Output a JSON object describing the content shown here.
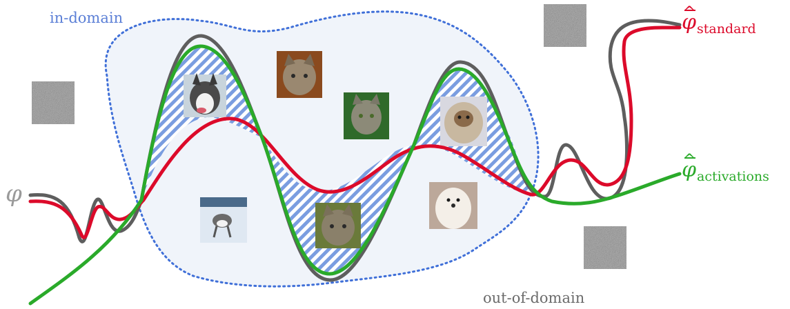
{
  "labels": {
    "in_domain": "in-domain",
    "out_of_domain": "out-of-domain",
    "phi": "φ",
    "phi_hat_standard": {
      "symbol": "φ",
      "subscript": "standard"
    },
    "phi_hat_activations": {
      "symbol": "φ",
      "subscript": "activations"
    }
  },
  "colors": {
    "in_domain_text": "#5b7fd6",
    "out_domain_text": "#6b6b6b",
    "domain_fill": "#f0f4fa",
    "domain_border": "#3f6fd8",
    "hatch": "#7a9de0",
    "phi_curve": "#5e5e5e",
    "standard_curve": "#dc0a2a",
    "activations_curve": "#2aaa2a",
    "noise": "#7c7c7c"
  },
  "images": [
    {
      "name": "husky-portrait-image",
      "subject": "husky"
    },
    {
      "name": "cat-portrait-image-top",
      "subject": "cat"
    },
    {
      "name": "cat-grass-image",
      "subject": "cat"
    },
    {
      "name": "shih-tzu-image",
      "subject": "shih tzu"
    },
    {
      "name": "husky-snow-image",
      "subject": "husky"
    },
    {
      "name": "cat-center-image",
      "subject": "cat"
    },
    {
      "name": "white-dog-image",
      "subject": "dog"
    },
    {
      "name": "noise-image-left",
      "subject": "noise"
    },
    {
      "name": "noise-image-top-right",
      "subject": "noise"
    },
    {
      "name": "noise-image-bottom-right",
      "subject": "noise"
    }
  ]
}
